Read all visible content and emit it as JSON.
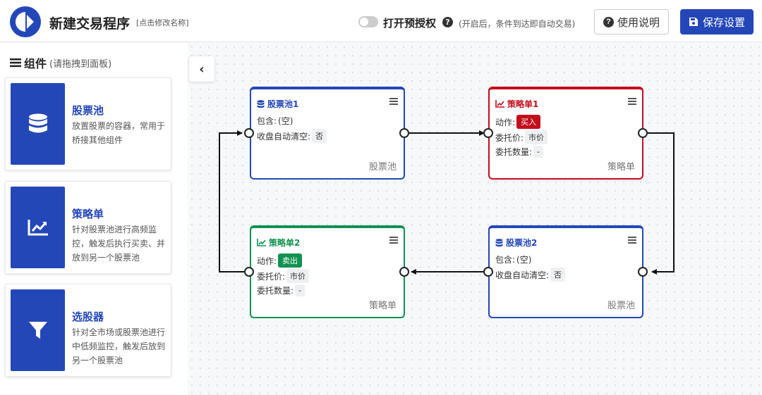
{
  "header": {
    "app_title": "新建交易程序",
    "rename_hint": "[点击修改名称]",
    "auth_label": "打开预授权",
    "auth_hint": "(开启后，条件到达即自动交易)",
    "auth_enabled": false,
    "guide_button": "使用说明",
    "save_button": "保存设置",
    "brand_color": "#2447b8"
  },
  "sidebar": {
    "title": "组件",
    "title_hint": "(请拖拽到面板)",
    "components": [
      {
        "name": "股票池",
        "desc": "放置股票的容器，常用于桥接其他组件",
        "icon": "database-icon"
      },
      {
        "name": "策略单",
        "desc": "针对股票池进行高频监控，触发后执行买卖、并放到另一个股票池",
        "icon": "line-chart-icon"
      },
      {
        "name": "选股器",
        "desc": "针对全市场或股票池进行中低频监控，触发后放到另一个股票池",
        "icon": "filter-icon"
      }
    ]
  },
  "nodes": {
    "pool1": {
      "title": "股票池1",
      "contains_label": "包含:",
      "contains_value": "(空)",
      "clear_label": "收盘自动清空:",
      "clear_value": "否",
      "type": "股票池",
      "color": "#2447b8"
    },
    "strategy1": {
      "title": "策略单1",
      "action_label": "动作:",
      "action_value": "买入",
      "price_label": "委托价:",
      "price_value": "市价",
      "qty_label": "委托数量:",
      "qty_value": "-",
      "type": "策略单",
      "color": "#c40d1b"
    },
    "strategy2": {
      "title": "策略单2",
      "action_label": "动作:",
      "action_value": "卖出",
      "price_label": "委托价:",
      "price_value": "市价",
      "qty_label": "委托数量:",
      "qty_value": "-",
      "type": "策略单",
      "color": "#119150"
    },
    "pool2": {
      "title": "股票池2",
      "contains_label": "包含:",
      "contains_value": "(空)",
      "clear_label": "收盘自动清空:",
      "clear_value": "否",
      "type": "股票池",
      "color": "#2447b8"
    }
  }
}
